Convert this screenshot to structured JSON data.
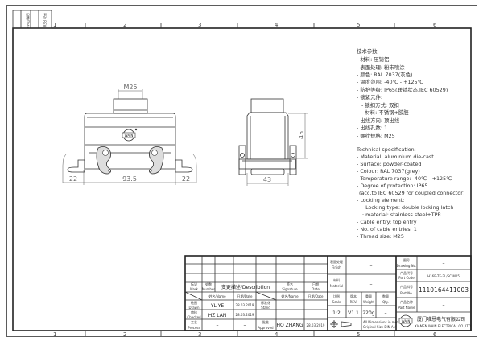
{
  "zones": {
    "top": [
      "1",
      "2",
      "3",
      "4",
      "5",
      "6"
    ],
    "bottom": [
      "1",
      "2",
      "3",
      "4",
      "5",
      "6"
    ]
  },
  "revision_box": {
    "date_label": "日期/Date",
    "rev_label": "更改 REV."
  },
  "dimensions": {
    "thread": "M25",
    "foot_left": "22",
    "width": "93.5",
    "foot_right": "22",
    "height": "45",
    "depth": "43"
  },
  "logo_text": "WAIN",
  "spec_cn": {
    "title": "技术参数:",
    "lines": [
      "- 材料: 压铸铝",
      "- 表面处理: 粉末喷涂",
      "- 颜色: RAL 7037(灰色)",
      "- 温度范围: -40℃ - +125℃",
      "- 防护等级: IP65(联锁状态,IEC 60529)",
      "- 锁紧元件:",
      "    - 锁扣方式: 双扣",
      "    - 材料: 不锈钢+胶胶",
      "- 出线方向: 顶出线",
      "- 出线孔数: 1",
      "- 螺纹规格: M25"
    ]
  },
  "spec_en": {
    "title": "Technical specification:",
    "lines": [
      "- Material: aluminium die-cast",
      "- Surface: powder-coated",
      "- Colour: RAL 7037(grey)",
      "- Temperature range: -40℃ - +125℃",
      "- Degree of protection: IP65",
      "  (acc.to IEC 60529 for coupled connector)",
      "- Locking element:",
      "    · Locking type: double locking latch",
      "    · material: stainless steel+TPR",
      "- Cable entry: top entry",
      "- No. of cable entries: 1",
      "- Thread size: M25"
    ]
  },
  "title_block": {
    "mark": {
      "cn": "标记",
      "en": "Mark"
    },
    "number": {
      "cn": "处数",
      "en": "Number"
    },
    "description": "变更描述/Description",
    "signature": {
      "cn": "签名",
      "en": "Signature"
    },
    "date": {
      "cn": "日期",
      "en": "Date"
    },
    "name_hdr": "姓名/Name",
    "date_hdr": "日期/Date",
    "name_hdr2": "姓名/Name",
    "date_hdr2": "日期/Date",
    "drawn": {
      "cn": "绘图",
      "en": "Drawn",
      "name": "YL  YE",
      "date": "28.03.2019"
    },
    "checked": {
      "cn": "审核",
      "en": "Checked",
      "name": "HZ  LAN",
      "date": "28.03.2019"
    },
    "process": {
      "cn": "工艺",
      "en": "Process",
      "name": "–",
      "date": "–"
    },
    "stand": {
      "cn": "标准化",
      "en": "Stand",
      "name": "–",
      "date": "–"
    },
    "approved": {
      "cn": "批准",
      "en": "Approved",
      "name": "HQ  ZHANG",
      "date": "28.03.2019"
    },
    "finish": {
      "cn": "表面处理",
      "en": "Finish",
      "value": "–"
    },
    "material": {
      "cn": "材料",
      "en": "Material",
      "value": "–"
    },
    "scale": {
      "cn": "比例",
      "en": "Scale",
      "value": "1:2"
    },
    "rev": {
      "cn": "版本",
      "en": "REV.",
      "value": "V1.1"
    },
    "weight": {
      "cn": "重量",
      "en": "Weight",
      "value": "220g"
    },
    "qty": {
      "cn": "数量",
      "en": "Qty.",
      "value": "–"
    },
    "dims_note1": "All Dimensions in mm",
    "dims_note2": "Original Size DIN A 4",
    "drawing_no": {
      "cn": "图号",
      "en": "Drawing No.",
      "value": "–"
    },
    "part_code": {
      "cn": "产品代号",
      "en": "Part Code",
      "value": "H16B-TE-2L/SC-M25"
    },
    "part_no": {
      "cn": "产品料号",
      "en": "Part No.",
      "value": "1110164411003"
    },
    "part_name": {
      "cn": "产品名称",
      "en": "Part Name",
      "value": "–"
    },
    "company_cn": "厦门唯恩电气有限公司",
    "company_en": "XIAMEN WAIN ELECTRICAL CO.,LTD"
  },
  "icons": {
    "projection": "first-angle-projection-icon"
  }
}
